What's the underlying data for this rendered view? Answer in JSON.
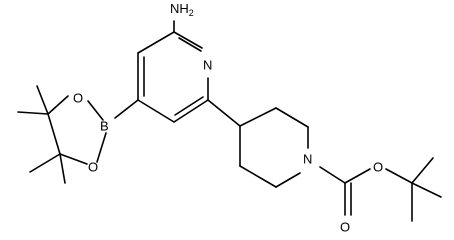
{
  "atom_labels": {
    "amine": "NH",
    "amine_subscript": "2",
    "pyridine_n": "N",
    "boron": "B",
    "boronate_o_upper": "O",
    "boronate_o_lower": "O",
    "piperidine_n": "N",
    "ester_o": "O",
    "carbonyl_o": "O"
  }
}
